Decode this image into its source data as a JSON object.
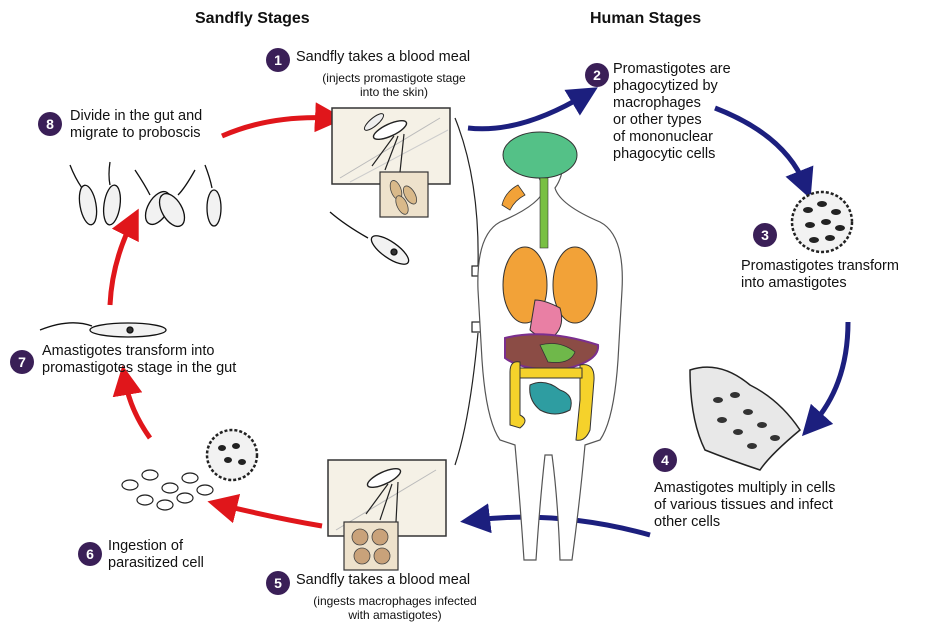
{
  "headers": {
    "sandfly": "Sandfly Stages",
    "human": "Human Stages"
  },
  "steps": [
    {
      "num": "1",
      "text": "Sandfly takes a blood meal",
      "sub1": "(injects promastigote stage",
      "sub2": "into the skin)"
    },
    {
      "num": "2",
      "l1": "Promastigotes are",
      "l2": "phagocytized by",
      "l3": "macrophages",
      "l4": "or other types",
      "l5": "of mononuclear",
      "l6": "phagocytic cells"
    },
    {
      "num": "3",
      "l1": "Promastigotes transform",
      "l2": "into amastigotes"
    },
    {
      "num": "4",
      "l1": "Amastigotes multiply in cells",
      "l2": "of various tissues and infect",
      "l3": "other cells"
    },
    {
      "num": "5",
      "text": "Sandfly takes a blood meal",
      "sub1": "(ingests macrophages infected",
      "sub2": "with amastigotes)"
    },
    {
      "num": "6",
      "l1": "Ingestion of",
      "l2": "parasitized cell"
    },
    {
      "num": "7",
      "l1": "Amastigotes transform into",
      "l2": "promastigotes stage in the gut"
    },
    {
      "num": "8",
      "l1": "Divide in the gut and",
      "l2": "migrate to proboscis"
    }
  ],
  "colors": {
    "sandfly_arrow": "#e0161b",
    "human_arrow": "#1c1f7e",
    "badge": "#3a1f57"
  }
}
